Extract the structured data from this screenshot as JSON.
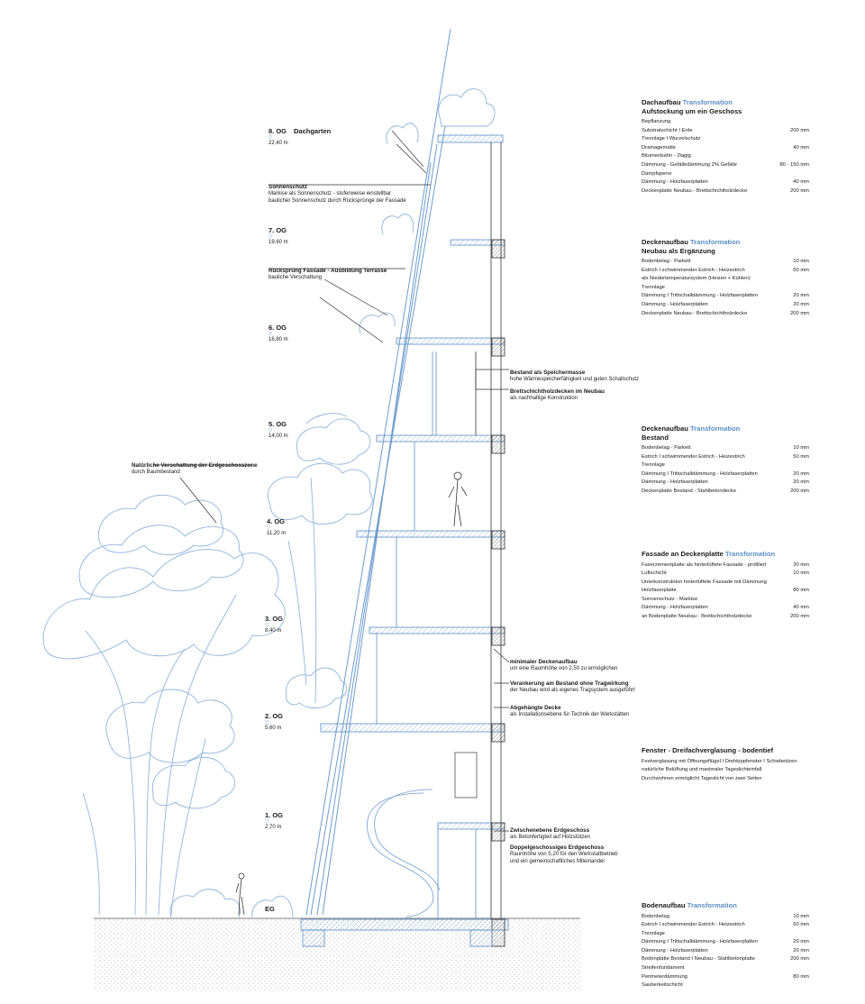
{
  "levels": [
    {
      "name": "8. OG",
      "symbol": "▽",
      "height": "22,40 m",
      "label": "Dachgarten"
    },
    {
      "name": "7. OG",
      "symbol": "▽",
      "height": "19,60 m"
    },
    {
      "name": "6. OG",
      "symbol": "▽",
      "height": "16,80 m"
    },
    {
      "name": "5. OG",
      "symbol": "▽",
      "height": "14,00 m"
    },
    {
      "name": "4. OG",
      "symbol": "▽",
      "height": "11,20 m"
    },
    {
      "name": "3. OG",
      "symbol": "▽",
      "height": "8,40 m"
    },
    {
      "name": "2. OG",
      "symbol": "▽",
      "height": "5,60 m"
    },
    {
      "name": "1. OG",
      "symbol": "▽",
      "height": "2,70 m"
    },
    {
      "name": "EG"
    }
  ],
  "annotations": {
    "sonnenschutz": {
      "title": "Sonnenschutz",
      "lines": [
        "Markise als Sonnenschutz - stufenweise einstellbar",
        "baulicher Sonnenschutz durch Rücksprünge der Fassade"
      ]
    },
    "ruecksprung": {
      "title": "Rücksprung Fassade - Ausbildung Terrasse",
      "lines": [
        "bauliche Verschattung"
      ]
    },
    "verschattung": {
      "title": "Natürliche Verschattung der Erdgeschosszone",
      "lines": [
        "durch Baumbestand"
      ]
    },
    "speichermasse": {
      "title": "Bestand als Speichermasse",
      "lines": [
        "hohe Wärmespeicherfähigkeit und guten Schallschutz"
      ]
    },
    "holzdecken": {
      "title": "Brettschichtholzdecken im Neubau",
      "lines": [
        "als nachhaltige Konstruktion"
      ]
    },
    "deckenaufbau": {
      "title": "minimaler Deckenaufbau",
      "lines": [
        "um eine Raumhöhe von 2,50 zu ermöglichen"
      ]
    },
    "verankerung": {
      "title": "Verankerung am Bestand ohne Tragwirkung",
      "lines": [
        "der Neubau wird als eigenes Tragsystem ausgeführt"
      ]
    },
    "abgehaengt": {
      "title": "Abgehängte Decke",
      "lines": [
        "als Installationsebene für Technik der Werkstätten"
      ]
    },
    "zwischenebene": {
      "title": "Zwischenebene Erdgeschoss",
      "lines": [
        "als Betonfertigteil auf Holzstützen"
      ]
    },
    "doppelgeschoss": {
      "title": "Doppelgeschossiges Erdgeschoss",
      "lines": [
        "Raumhöhe von 5,20 für den Werkstattbetrieb",
        "und ein gemeinschaftliches Miteinander"
      ]
    }
  },
  "specs": [
    {
      "title1": "Dachaufbau",
      "accent": "Transformation",
      "title2": "Aufstockung um ein Geschoss",
      "rows": [
        [
          "Bepflanzung",
          ""
        ],
        [
          "Substratschicht I Erde",
          "200 mm"
        ],
        [
          "Trennlage I Wurzelschutz",
          ""
        ],
        [
          "Drainagematte",
          "40 mm"
        ],
        [
          "Bitumenbahn - 2lagig",
          ""
        ],
        [
          "Dämmung - Gefälledämmung 2% Gefälle",
          "80 - 150 mm"
        ],
        [
          "Dampfsperre",
          ""
        ],
        [
          "Dämmung - Holzfaserplatten",
          "40 mm"
        ],
        [
          "Deckenplatte Neubau - Brettschichtholzdecke",
          "200 mm"
        ]
      ]
    },
    {
      "title1": "Deckenaufbau",
      "accent": "Transformation",
      "title2": "Neubau als Ergänzung",
      "rows": [
        [
          "Bodenbelag - Parkett",
          "10 mm"
        ],
        [
          "Estrich I schwimmender Estrich - Heizestrich",
          "50 mm"
        ],
        [
          "als Niedertemperatursystem (Heizen + Kühlen)",
          ""
        ],
        [
          "Trennlage",
          ""
        ],
        [
          "Dämmung I Trittschalldämmung - Holzfaserplatten",
          "20 mm"
        ],
        [
          "Dämmung - Holzfaserplatten",
          "20 mm"
        ],
        [
          "Deckenplatte Neubau - Brettschichtholzdecke",
          "200 mm"
        ]
      ]
    },
    {
      "title1": "Deckenaufbau",
      "accent": "Transformation",
      "title2": "Bestand",
      "rows": [
        [
          "Bodenbelag - Parkett",
          "10 mm"
        ],
        [
          "Estrich I schwimmender Estrich - Heizestrich",
          "50 mm"
        ],
        [
          "Trennlage",
          ""
        ],
        [
          "Dämmung I Trittschalldämmung - Holzfaserplatten",
          "20 mm"
        ],
        [
          "Dämmung - Holzfaserplatten",
          "20 mm"
        ],
        [
          "Deckenplatte Bestand - Stahlbetondecke",
          "200 mm"
        ]
      ]
    },
    {
      "title1": "Fassade an Deckenplatte",
      "accent": "Transformation",
      "title2": "",
      "rows": [
        [
          "Faserzementplatte als hinterlüftete Fassade - profiliert",
          "30 mm"
        ],
        [
          "Luftschicht",
          "10 mm"
        ],
        [
          "Unterkonstruktion hinterlüftete Fassade mit Dämmung",
          ""
        ],
        [
          "Holzfaserplatte",
          "80 mm"
        ],
        [
          "Sonnenschutz - Markise",
          ""
        ],
        [
          "Dämmung - Holzfaserplatten",
          "40 mm"
        ],
        [
          "an Bodenplatte Neubau - Brettschichtholzdecke",
          "200 mm"
        ]
      ]
    },
    {
      "title1": "Fenster - Dreifachverglasung - bodentief",
      "accent": "",
      "title2": "",
      "rows": [
        [
          "Festverglasung mit Öffnungsflügel I Drehkippfenster I Schiebetüren",
          ""
        ],
        [
          "natürliche Belüftung und maximaler Tageslichteinfall",
          ""
        ],
        [
          "Durchwohnen ermöglicht Tageslicht von zwei Seiten",
          ""
        ]
      ]
    },
    {
      "title1": "Bodenaufbau",
      "accent": "Transformation",
      "title2": "",
      "rows": [
        [
          "Bodenbelag",
          "10 mm"
        ],
        [
          "Estrich I schwimmender Estrich - Heizestrich",
          "50 mm"
        ],
        [
          "Trennlage",
          ""
        ],
        [
          "Dämmung I Trittschalldämmung - Holzfaserplatten",
          "20 mm"
        ],
        [
          "Dämmung - Holzfaserplatten",
          "20 mm"
        ],
        [
          "Bodenplatte Bestand I Neubau - Stahlbetonplatte",
          "200 mm"
        ],
        [
          "Streifenfundament",
          ""
        ],
        [
          "Perimeterdämmung",
          "80 mm"
        ],
        [
          "Sauberkeitschicht",
          ""
        ]
      ]
    }
  ]
}
